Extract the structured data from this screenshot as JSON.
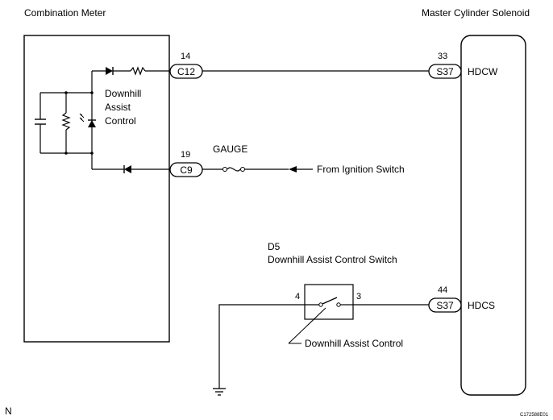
{
  "components": {
    "combination_meter": "Combination Meter",
    "master_cylinder_solenoid": "Master Cylinder Solenoid",
    "internal_indicator": [
      "Downhill",
      "Assist",
      "Control"
    ],
    "fuse": "GAUGE",
    "switch_code": "D5",
    "switch_name": "Downhill Assist Control Switch",
    "switch_callout": "Downhill Assist Control"
  },
  "connectors": {
    "c12": {
      "code": "C12",
      "pin": "14"
    },
    "c9": {
      "code": "C9",
      "pin": "19"
    },
    "s37_top": {
      "code": "S37",
      "pin": "33",
      "terminal": "HDCW"
    },
    "s37_bottom": {
      "code": "S37",
      "pin": "44",
      "terminal": "HDCS"
    }
  },
  "switch_pins": {
    "left": "4",
    "right": "3"
  },
  "annotations": {
    "from_ignition": "From Ignition Switch",
    "corner_mark": "N",
    "figure_id": "C172588E01"
  }
}
